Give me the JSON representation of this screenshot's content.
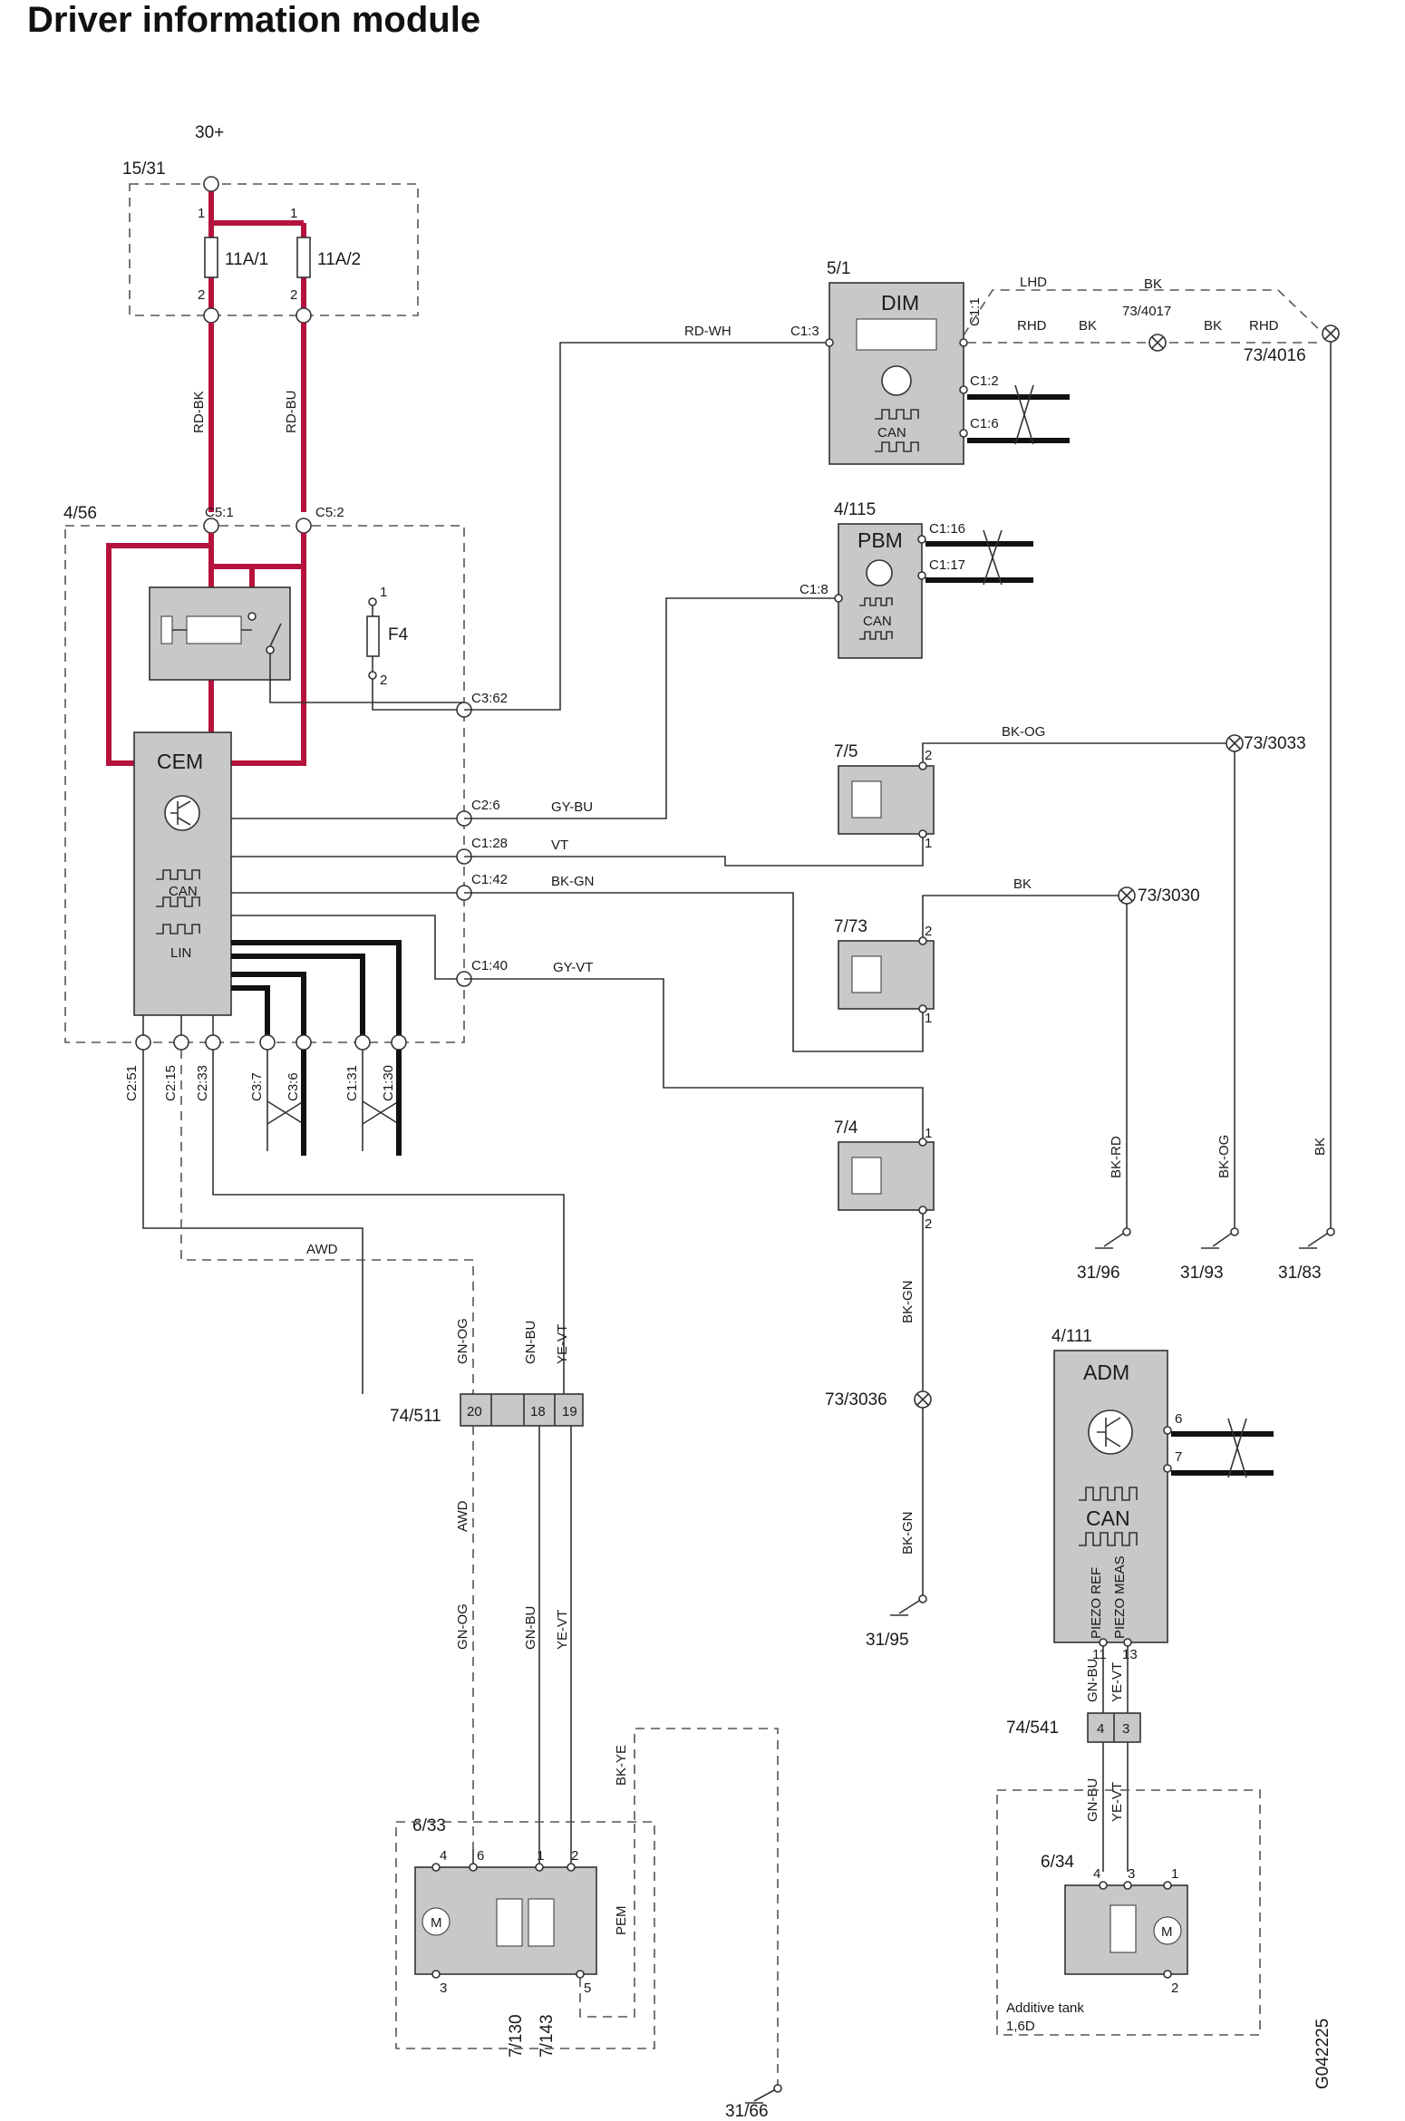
{
  "title": "Driver information module",
  "supply": {
    "label": "30+",
    "fusebox": "15/31",
    "fuse1": "11A/1",
    "fuse2": "11A/2",
    "pin1": "1",
    "pin2": "2"
  },
  "wires": {
    "rd_bk": "RD-BK",
    "rd_bu": "RD-BU",
    "rd_wh": "RD-WH",
    "gy_bu": "GY-BU",
    "vt": "VT",
    "bk_gn": "BK-GN",
    "gy_vt": "GY-VT",
    "bk_og": "BK-OG",
    "bk": "BK",
    "lhd": "LHD",
    "rhd": "RHD",
    "awd": "AWD",
    "gn_og": "GN-OG",
    "gn_bu": "GN-BU",
    "ye_vt": "YE-VT",
    "bk_ye": "BK-YE",
    "bk_rd": "BK-RD",
    "pem": "PEM"
  },
  "cem": {
    "id": "4/56",
    "name": "CEM",
    "fuse": "F4",
    "can": "CAN",
    "lin": "LIN",
    "connectors": [
      "C5:1",
      "C5:2",
      "C3:62",
      "C2:6",
      "C1:28",
      "C1:42",
      "C1:40"
    ],
    "bottom_connectors": [
      "C2:51",
      "C2:15",
      "C2:33",
      "C3:7",
      "C3:6",
      "C1:31",
      "C1:30"
    ]
  },
  "dim": {
    "id": "5/1",
    "name": "DIM",
    "can": "CAN",
    "c13": "C1:3",
    "c11": "C1:1",
    "c12": "C1:2",
    "c16": "C1:6"
  },
  "pbm": {
    "id": "4/115",
    "name": "PBM",
    "can": "CAN",
    "c18": "C1:8",
    "c116": "C1:16",
    "c117": "C1:17"
  },
  "sensors": {
    "s75": "7/5",
    "s773": "7/73",
    "s74": "7/4"
  },
  "grounds": {
    "g4017": "73/4017",
    "g4016": "73/4016",
    "g3033": "73/3033",
    "g3030": "73/3030",
    "g3036": "73/3036",
    "e3196": "31/96",
    "e3193": "31/93",
    "e3183": "31/83",
    "e3195": "31/95",
    "e3166": "31/66"
  },
  "conn511": {
    "id": "74/511",
    "pins": [
      "20",
      "18",
      "19"
    ]
  },
  "pump": {
    "id": "6/33",
    "v1": "7/130",
    "v2": "7/143"
  },
  "adm": {
    "id": "4/111",
    "name": "ADM",
    "can": "CAN",
    "piezo_ref": "PIEZO REF",
    "piezo_meas": "PIEZO MEAS",
    "p6": "6",
    "p7": "7",
    "p11": "11",
    "p13": "13"
  },
  "conn541": {
    "id": "74/541",
    "pins": [
      "4",
      "3"
    ]
  },
  "tank": {
    "id": "6/34",
    "label1": "Additive tank",
    "label2": "1,6D"
  },
  "drawing_code": "G042225"
}
